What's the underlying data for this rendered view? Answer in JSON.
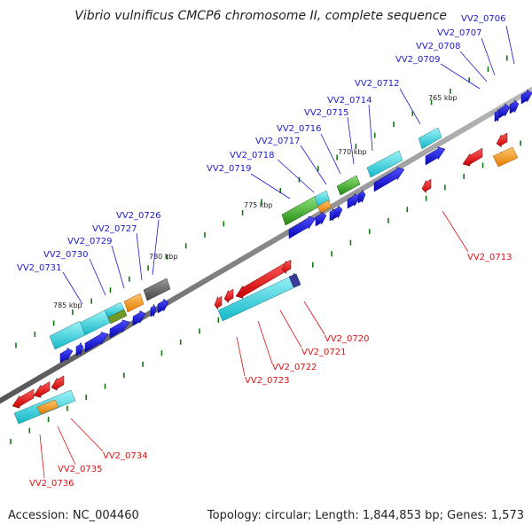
{
  "title": "Vibrio vulnificus CMCP6 chromosome II, complete sequence",
  "accession": "Accession: NC_004460",
  "summary": "Topology: circular; Length: 1,844,853 bp; Genes: 1,573",
  "kbp_labels": [
    "765 kbp",
    "770 kbp",
    "775 kbp",
    "780 kbp",
    "785 kbp"
  ],
  "upper_gene_labels": [
    "VV2_0706",
    "VV2_0707",
    "VV2_0708",
    "VV2_0709",
    "VV2_0712",
    "VV2_0714",
    "VV2_0715",
    "VV2_0716",
    "VV2_0717",
    "VV2_0718",
    "VV2_0719",
    "VV2_0726",
    "VV2_0727",
    "VV2_0729",
    "VV2_0730",
    "VV2_0731"
  ],
  "lower_gene_labels": [
    "VV2_0713",
    "VV2_0720",
    "VV2_0721",
    "VV2_0722",
    "VV2_0723",
    "VV2_0734",
    "VV2_0735",
    "VV2_0736"
  ],
  "colors": {
    "upper_label": "#1a1acc",
    "lower_label": "#dd1111",
    "forward_gene": "#1010dd",
    "reverse_gene": "#ee1111",
    "cds_cyan": "#22ccdd",
    "cds_green": "#33bb22",
    "cds_orange": "#ff9911",
    "cds_gray": "#666666",
    "backbone": "#777777",
    "tick": "#117711"
  }
}
